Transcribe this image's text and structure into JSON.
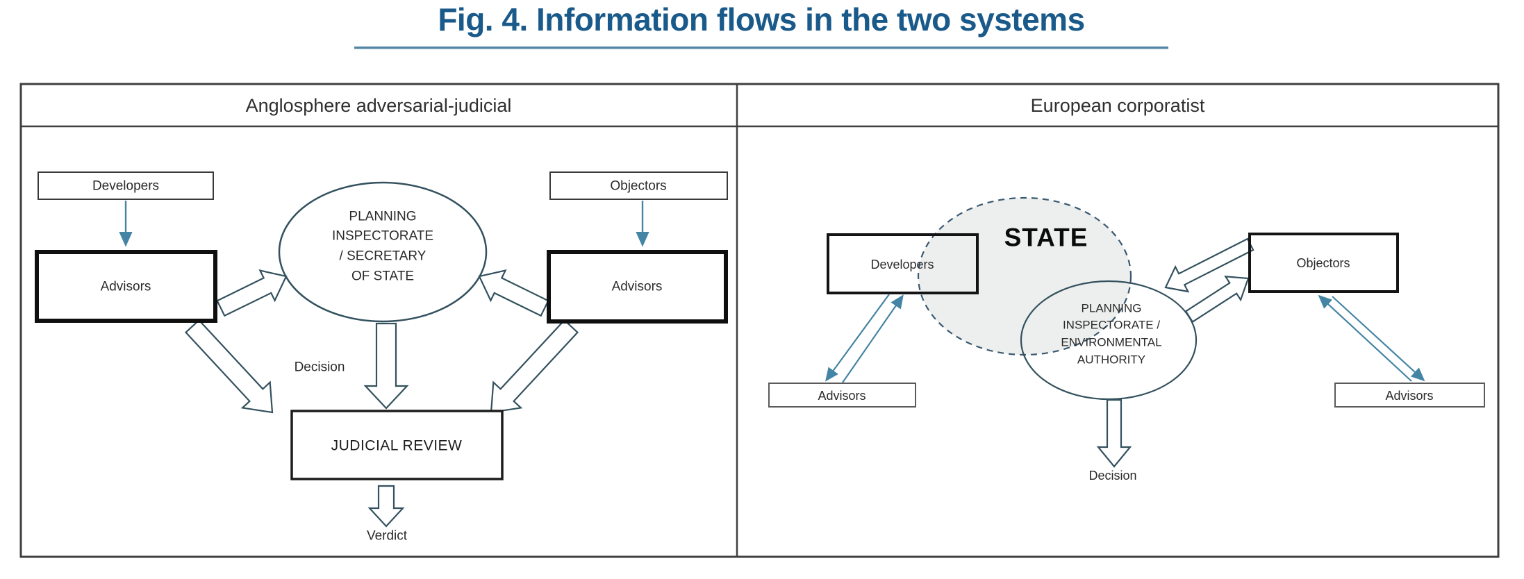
{
  "title": {
    "text": "Fig. 4. Information flows in the two systems"
  },
  "panels": {
    "left": {
      "header": "Anglosphere adversarial-judicial",
      "developers": "Developers",
      "objectors": "Objectors",
      "advisors_left": "Advisors",
      "advisors_right": "Advisors",
      "ellipse_lines": [
        "PLANNING",
        "INSPECTORATE",
        "/ SECRETARY",
        "OF STATE"
      ],
      "decision": "Decision",
      "judicial_review": "JUDICIAL REVIEW",
      "verdict": "Verdict"
    },
    "right": {
      "header": "European corporatist",
      "state_label": "STATE",
      "developers": "Developers",
      "objectors": "Objectors",
      "advisors_left": "Advisors",
      "advisors_right": "Advisors",
      "ellipse_lines": [
        "PLANNING",
        "INSPECTORATE /",
        "ENVIRONMENTAL",
        "AUTHORITY"
      ],
      "decision": "Decision"
    }
  },
  "colors": {
    "title_blue": "#1a5a8a",
    "underline_blue": "#5585a5",
    "thin_arrow_blue": "#4484a4",
    "shape_outline": "#33515e",
    "state_fill": "#edefee",
    "table_border": "#3f3f3f"
  }
}
